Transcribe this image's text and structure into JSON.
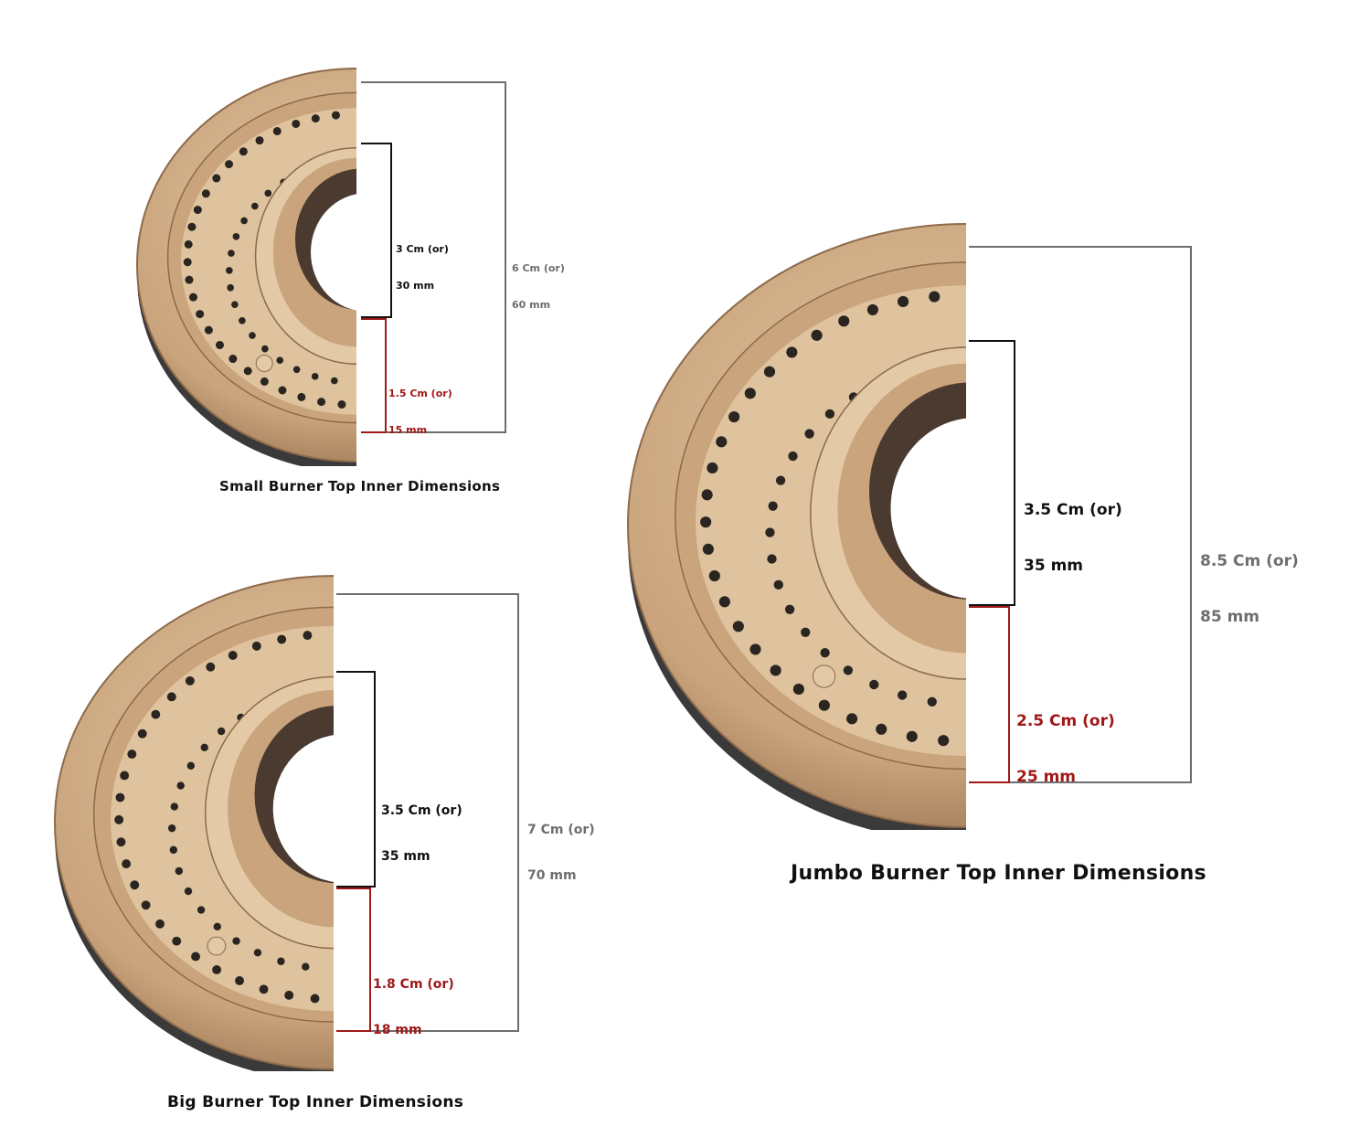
{
  "colors": {
    "inner_bracket": "#111111",
    "rim_bracket": "#a01818",
    "outer_bracket": "#6e6e6e",
    "brass_light": "#e3c9a6",
    "brass_mid": "#c9a47c",
    "brass_dark": "#8e6a4a",
    "hole": "#2a2520",
    "bore": "#4a3a30",
    "base_metal": "#3a3a3a"
  },
  "burners": [
    {
      "id": "small",
      "caption": "Small Burner Top Inner Dimensions",
      "inner": {
        "line1": "3 Cm (or)",
        "line2": "30 mm"
      },
      "rim": {
        "line1": "1.5 Cm (or)",
        "line2": "15 mm"
      },
      "outer": {
        "line1": "6 Cm (or)",
        "line2": "60 mm"
      }
    },
    {
      "id": "big",
      "caption": "Big Burner Top Inner Dimensions",
      "inner": {
        "line1": "3.5 Cm (or)",
        "line2": "35 mm"
      },
      "rim": {
        "line1": "1.8 Cm (or)",
        "line2": "18 mm"
      },
      "outer": {
        "line1": "7 Cm (or)",
        "line2": "70 mm"
      }
    },
    {
      "id": "jumbo",
      "caption": "Jumbo Burner Top Inner Dimensions",
      "inner": {
        "line1": "3.5 Cm (or)",
        "line2": "35 mm"
      },
      "rim": {
        "line1": "2.5 Cm (or)",
        "line2": "25 mm"
      },
      "outer": {
        "line1": "8.5 Cm (or)",
        "line2": "85 mm"
      }
    }
  ]
}
